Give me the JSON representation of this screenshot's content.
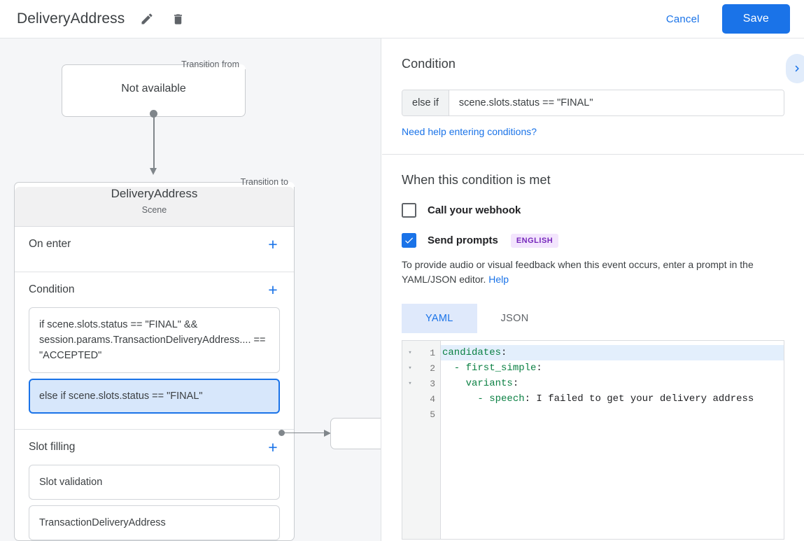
{
  "topbar": {
    "title": "DeliveryAddress",
    "edit_icon": "pencil-icon",
    "delete_icon": "trash-icon",
    "cancel_label": "Cancel",
    "save_label": "Save",
    "accent_color": "#1a73e8"
  },
  "canvas": {
    "transition_from": {
      "legend": "Transition from",
      "value": "Not available"
    },
    "transition_to": {
      "legend": "Transition to",
      "scene_name": "DeliveryAddress",
      "scene_type": "Scene",
      "sections": [
        {
          "title": "On enter",
          "add_label": "+",
          "items": []
        },
        {
          "title": "Condition",
          "add_label": "+",
          "items": [
            {
              "text": "if scene.slots.status == \"FINAL\" && session.params.TransactionDeliveryAddress.... == \"ACCEPTED\"",
              "selected": false
            },
            {
              "text": "else if scene.slots.status == \"FINAL\"",
              "selected": true
            }
          ]
        },
        {
          "title": "Slot filling",
          "add_label": "+",
          "items": [
            {
              "text": "Slot validation",
              "selected": false
            },
            {
              "text": "TransactionDeliveryAddress",
              "selected": false
            }
          ]
        }
      ]
    }
  },
  "panel": {
    "condition": {
      "heading": "Condition",
      "prefix": "else if",
      "value": "scene.slots.status == \"FINAL\"",
      "help_link": "Need help entering conditions?",
      "expand_icon": "chevron-right-icon"
    },
    "when_met": {
      "heading": "When this condition is met",
      "webhook": {
        "label": "Call your webhook",
        "checked": false
      },
      "prompts": {
        "label": "Send prompts",
        "checked": true,
        "badge": "ENGLISH",
        "badge_color": "#7627bb"
      },
      "helper_text": "To provide audio or visual feedback when this event occurs, enter a prompt in the YAML/JSON editor.",
      "helper_link": "Help",
      "tabs": [
        {
          "label": "YAML",
          "active": true
        },
        {
          "label": "JSON",
          "active": false
        }
      ],
      "editor": {
        "lines": [
          {
            "no": "1",
            "fold": "▾",
            "highlight": true,
            "indent": 0,
            "key": "candidates",
            "punct": ":",
            "value": ""
          },
          {
            "no": "2",
            "fold": "▾",
            "highlight": false,
            "indent": 1,
            "key": "- first_simple",
            "punct": ":",
            "value": ""
          },
          {
            "no": "3",
            "fold": "▾",
            "highlight": false,
            "indent": 2,
            "key": "variants",
            "punct": ":",
            "value": ""
          },
          {
            "no": "4",
            "fold": "",
            "highlight": false,
            "indent": 3,
            "key": "- speech",
            "punct": ":",
            "value": " I failed to get your delivery address"
          },
          {
            "no": "5",
            "fold": "",
            "highlight": false,
            "indent": 0,
            "key": "",
            "punct": "",
            "value": ""
          }
        ]
      }
    }
  }
}
